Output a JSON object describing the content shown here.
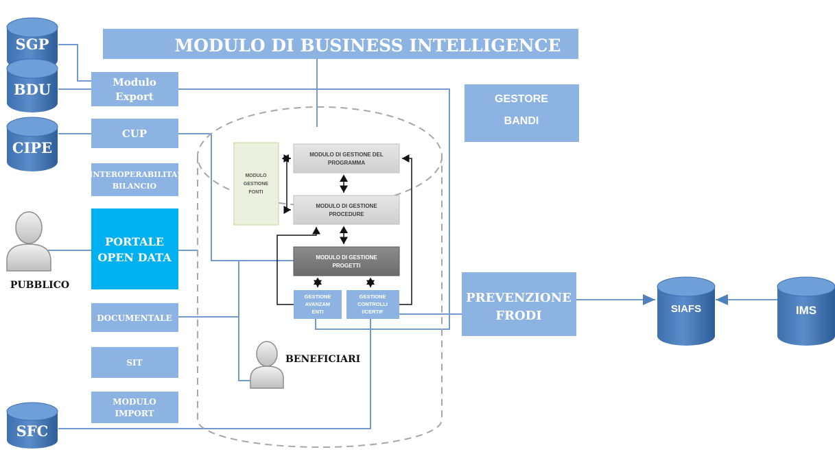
{
  "colors": {
    "blue_box": "#8db3e2",
    "blue_box_text": "#ffffff",
    "cylinder": "#4f81bd",
    "cylinder_dark": "#2c5f9a",
    "open_data": "#00b0f0",
    "light_gray": "#d9d9d9",
    "dark_gray": "#7f7f7f",
    "green": "#ebf1de",
    "line": "#6f9bd1",
    "dashed": "#a6a6a6"
  },
  "header": {
    "title": "MODULO DI BUSINESS INTELLIGENCE"
  },
  "databases": {
    "sgp": "SGP",
    "bdu": "BDU",
    "cipe": "CIPE",
    "sfc": "SFC",
    "siafs": "SIAFS",
    "ims": "IMS"
  },
  "left_modules": {
    "export_l1": "Modulo",
    "export_l2": "Export",
    "cup": "CUP",
    "interop_l1": "INTEROPERABILITA'",
    "interop_l2": "BILANCIO",
    "opendata_l1": "PORTALE",
    "opendata_l2": "OPEN DATA",
    "documentale": "DOCUMENTALE",
    "sit": "SIT",
    "import_l1": "MODULO",
    "import_l2": "IMPORT"
  },
  "right_modules": {
    "gestore_l1": "GESTORE",
    "gestore_l2": "BANDI",
    "prevenzione_l1": "PREVENZIONE",
    "prevenzione_l2": "FRODI"
  },
  "core": {
    "fonti_l1": "MODULO",
    "fonti_l2": "GESTIONE",
    "fonti_l3": "FONTI",
    "programma_l1": "MODULO DI GESTIONE DEL",
    "programma_l2": "PROGRAMMA",
    "procedure_l1": "MODULO DI GESTIONE",
    "procedure_l2": "PROCEDURE",
    "progetti_l1": "MODULO DI GESTIONE",
    "progetti_l2": "PROGETTI",
    "avanz_l1": "GESTIONE",
    "avanz_l2": "AVANZAM",
    "avanz_l3": "ENTI",
    "controlli_l1": "GESTIONE",
    "controlli_l2": "CONTROLLI",
    "controlli_l3": "I/CERTIF"
  },
  "actors": {
    "pubblico": "PUBBLICO",
    "beneficiari": "BENEFICIARI"
  }
}
